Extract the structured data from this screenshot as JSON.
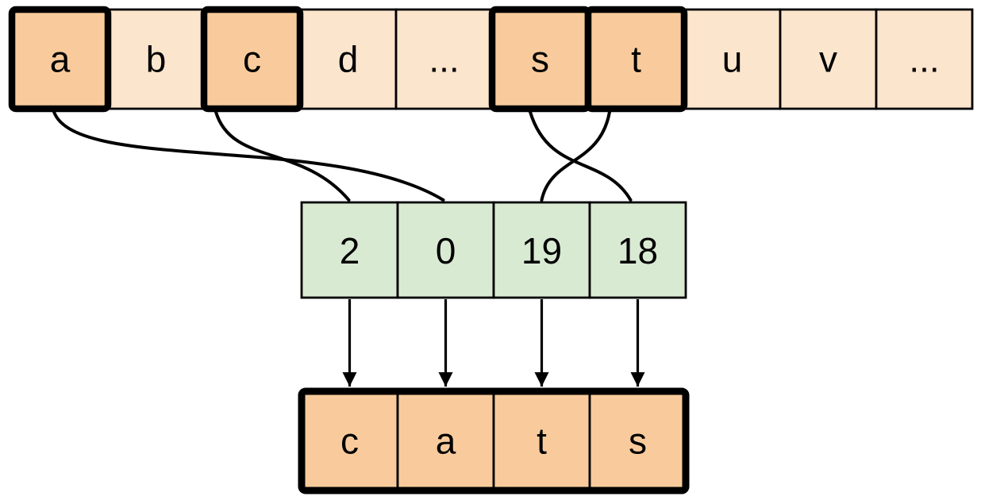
{
  "figure": {
    "description": "Diagram mapping alphabet letters to numeric indices that spell the word cats",
    "alphabet_row": {
      "cells": [
        {
          "label": "a",
          "highlighted": true
        },
        {
          "label": "b",
          "highlighted": false
        },
        {
          "label": "c",
          "highlighted": true
        },
        {
          "label": "d",
          "highlighted": false
        },
        {
          "label": "...",
          "highlighted": false
        },
        {
          "label": "s",
          "highlighted": true
        },
        {
          "label": "t",
          "highlighted": true
        },
        {
          "label": "u",
          "highlighted": false
        },
        {
          "label": "v",
          "highlighted": false
        },
        {
          "label": "...",
          "highlighted": false
        }
      ]
    },
    "index_row": {
      "cells": [
        {
          "label": "2"
        },
        {
          "label": "0"
        },
        {
          "label": "19"
        },
        {
          "label": "18"
        }
      ]
    },
    "word_row": {
      "cells": [
        {
          "label": "c"
        },
        {
          "label": "a"
        },
        {
          "label": "t"
        },
        {
          "label": "s"
        }
      ]
    },
    "mappings": {
      "letter_to_index": [
        {
          "from_letter": "a",
          "to_value": "0"
        },
        {
          "from_letter": "c",
          "to_value": "2"
        },
        {
          "from_letter": "s",
          "to_value": "18"
        },
        {
          "from_letter": "t",
          "to_value": "19"
        }
      ],
      "index_to_word": [
        {
          "from_value": "2",
          "to_letter": "c"
        },
        {
          "from_value": "0",
          "to_letter": "a"
        },
        {
          "from_value": "19",
          "to_letter": "t"
        },
        {
          "from_value": "18",
          "to_letter": "s"
        }
      ]
    },
    "colors": {
      "cell_plain": "#fce5cd",
      "cell_highlight": "#f9cb9c",
      "cell_index": "#d9ead3",
      "stroke": "#000000",
      "background": "#ffffff"
    }
  }
}
